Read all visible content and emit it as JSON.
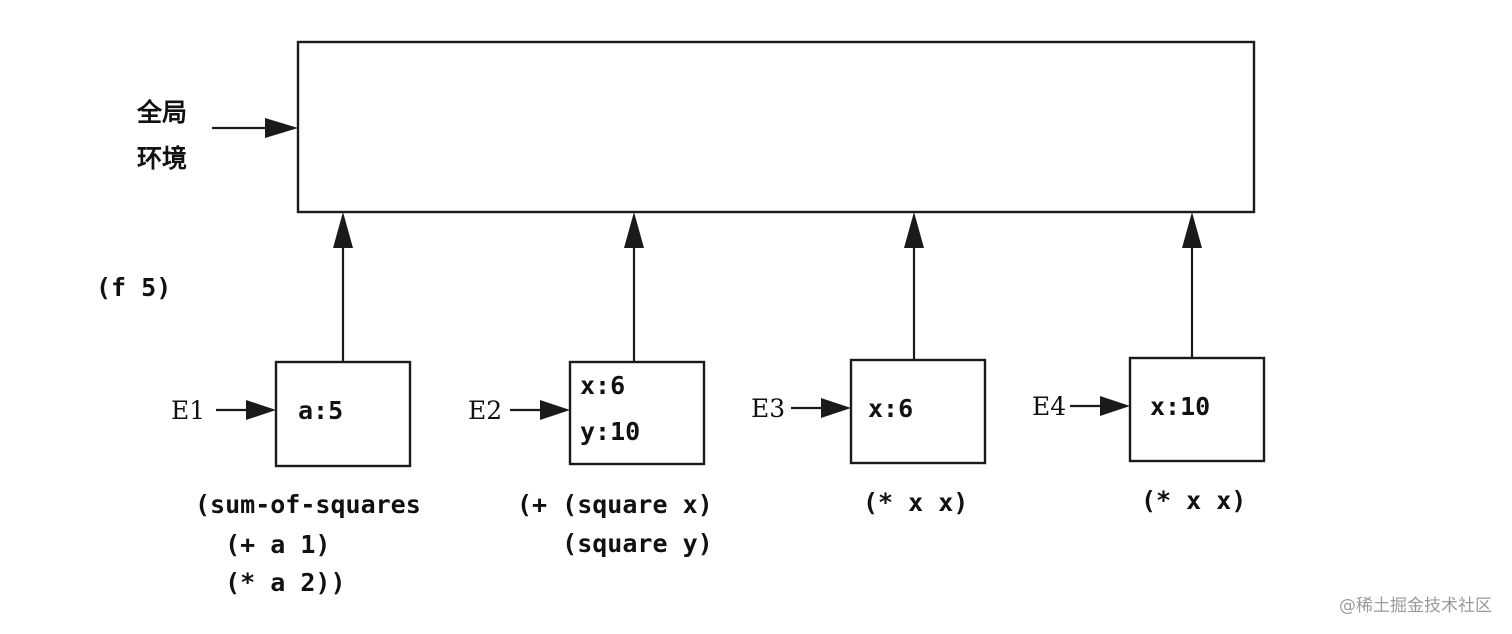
{
  "global_env": {
    "label_line1": "全局",
    "label_line2": "环境"
  },
  "call": "(f 5)",
  "frames": [
    {
      "name": "E1",
      "bindings": [
        "a:5"
      ],
      "body": [
        "(sum-of-squares",
        "  (+ a 1)",
        "  (* a 2))"
      ]
    },
    {
      "name": "E2",
      "bindings": [
        "x:6",
        "y:10"
      ],
      "body": [
        "(+ (square x)",
        "   (square y)"
      ]
    },
    {
      "name": "E3",
      "bindings": [
        "x:6"
      ],
      "body": [
        "(* x x)"
      ]
    },
    {
      "name": "E4",
      "bindings": [
        "x:10"
      ],
      "body": [
        "(* x x)"
      ]
    }
  ],
  "watermark": "@稀土掘金技术社区"
}
